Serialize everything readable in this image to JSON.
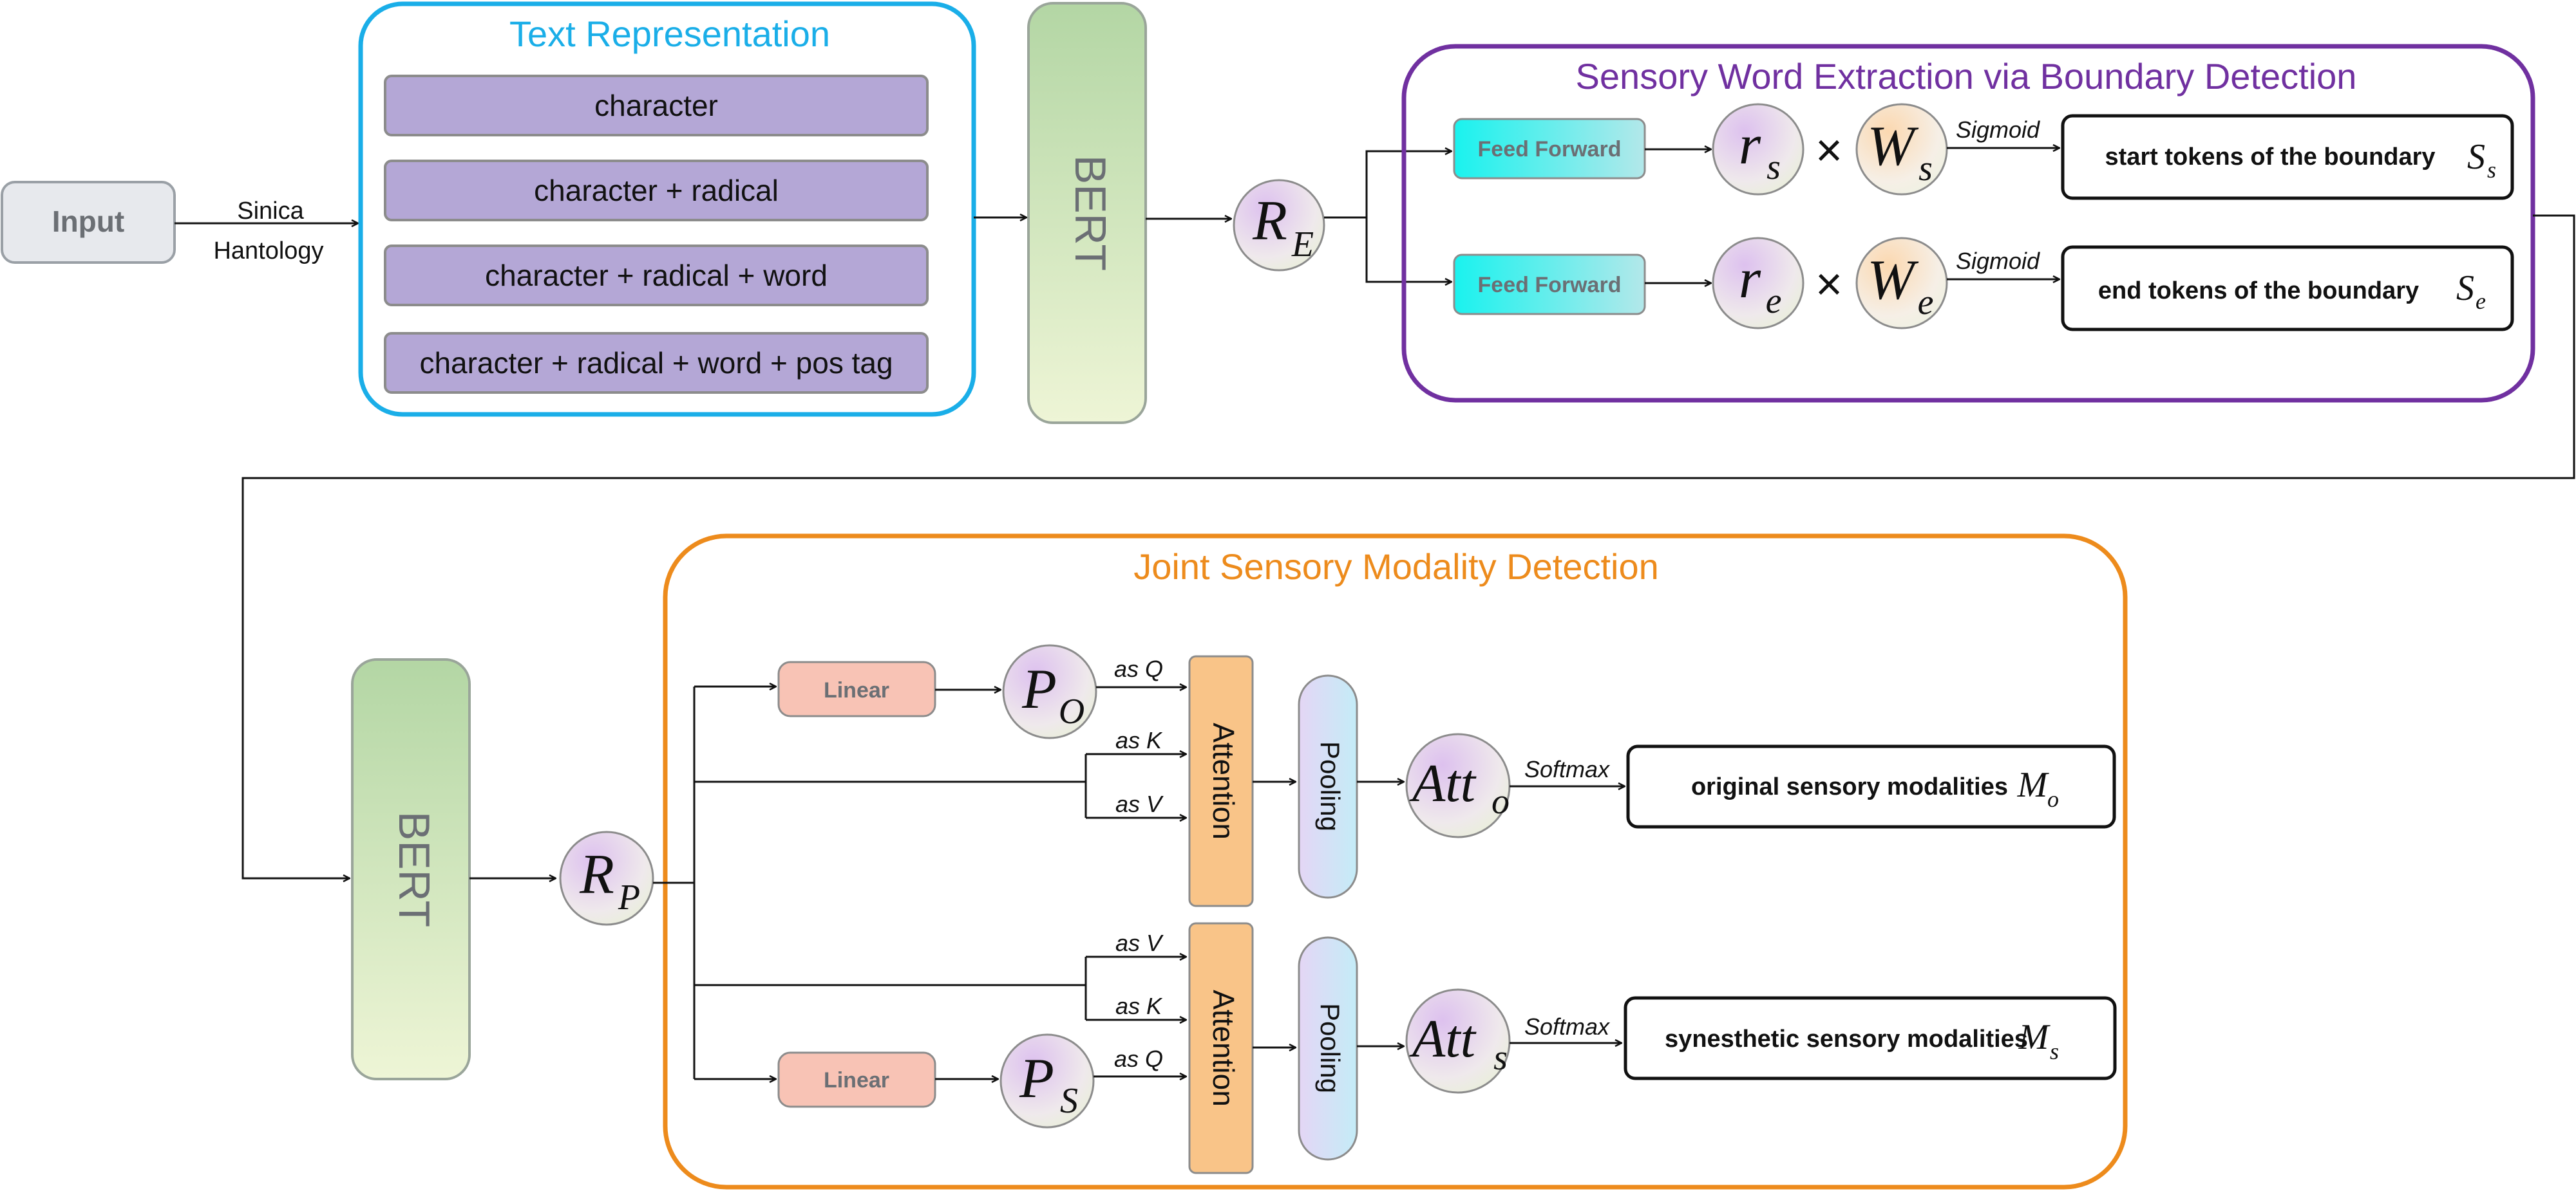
{
  "input": {
    "label": "Input",
    "source_line1": "Sinica",
    "source_line2": "Hantology"
  },
  "text_representation": {
    "title": "Text Representation",
    "items": [
      "character",
      "character + radical",
      "character + radical + word",
      "character + radical + word + pos tag"
    ]
  },
  "bert_top": {
    "label": "BERT"
  },
  "bert_bottom": {
    "label": "BERT"
  },
  "r_e": {
    "base": "R",
    "sub": "E"
  },
  "r_p": {
    "base": "R",
    "sub": "P"
  },
  "boundary": {
    "title": "Sensory Word Extraction via Boundary Detection",
    "rows": [
      {
        "ff_label": "Feed Forward",
        "r_base": "r",
        "r_sub": "s",
        "times": "×",
        "w_base": "W",
        "w_sub": "s",
        "activation": "Sigmoid",
        "output_text": "start tokens of the boundary",
        "output_sym_base": "S",
        "output_sym_sub": "s"
      },
      {
        "ff_label": "Feed Forward",
        "r_base": "r",
        "r_sub": "e",
        "times": "×",
        "w_base": "W",
        "w_sub": "e",
        "activation": "Sigmoid",
        "output_text": "end tokens of the boundary",
        "output_sym_base": "S",
        "output_sym_sub": "e"
      }
    ]
  },
  "modality": {
    "title": "Joint Sensory Modality Detection",
    "branches": [
      {
        "linear_label": "Linear",
        "p_base": "P",
        "p_sub": "O",
        "q_label": "as Q",
        "k_label": "as K",
        "v_label": "as V",
        "attention_label": "Attention",
        "pooling_label": "Pooling",
        "att_base": "Att",
        "att_sub": "o",
        "activation": "Softmax",
        "output_text": "original sensory modalities",
        "output_sym_base": "M",
        "output_sym_sub": "o"
      },
      {
        "linear_label": "Linear",
        "p_base": "P",
        "p_sub": "S",
        "q_label": "as Q",
        "k_label": "as K",
        "v_label": "as V",
        "attention_label": "Attention",
        "pooling_label": "Pooling",
        "att_base": "Att",
        "att_sub": "s",
        "activation": "Softmax",
        "output_text": "synesthetic sensory modalities",
        "output_sym_base": "M",
        "output_sym_sub": "s"
      }
    ]
  },
  "colors": {
    "text_rep_border": "#1aaee8",
    "boundary_border": "#7030a0",
    "modality_border": "#ed8b1c",
    "text_rep_item_fill": "#b4a7d6",
    "attention_fill": "#f9c488",
    "linear_fill": "#f8c3b5"
  }
}
